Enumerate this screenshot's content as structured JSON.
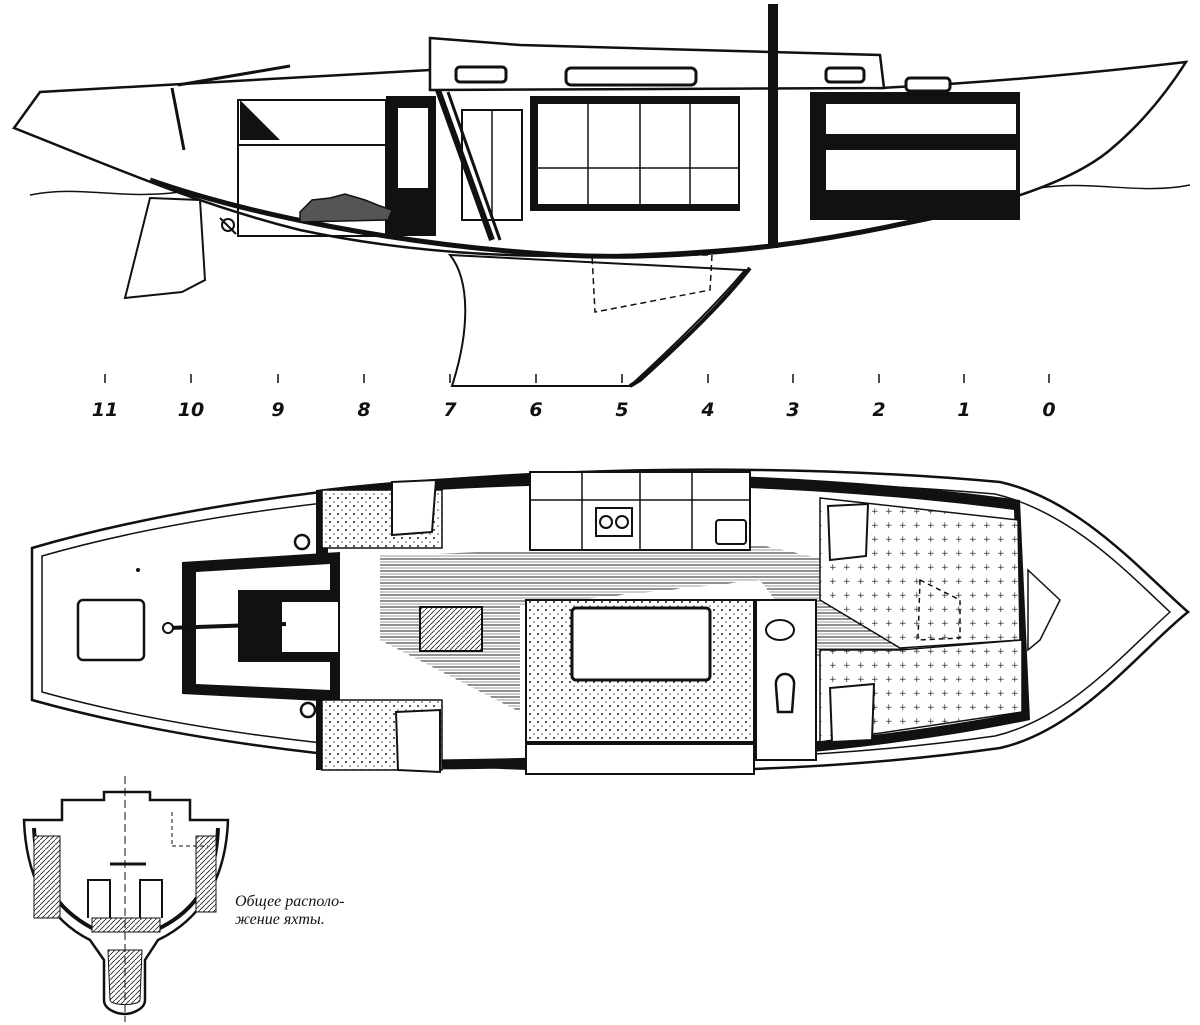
{
  "figure": {
    "stations": [
      "11",
      "10",
      "9",
      "8",
      "7",
      "6",
      "5",
      "4",
      "3",
      "2",
      "1",
      "0"
    ],
    "caption_lines": [
      "Общее располо-",
      "жение яхты."
    ]
  }
}
